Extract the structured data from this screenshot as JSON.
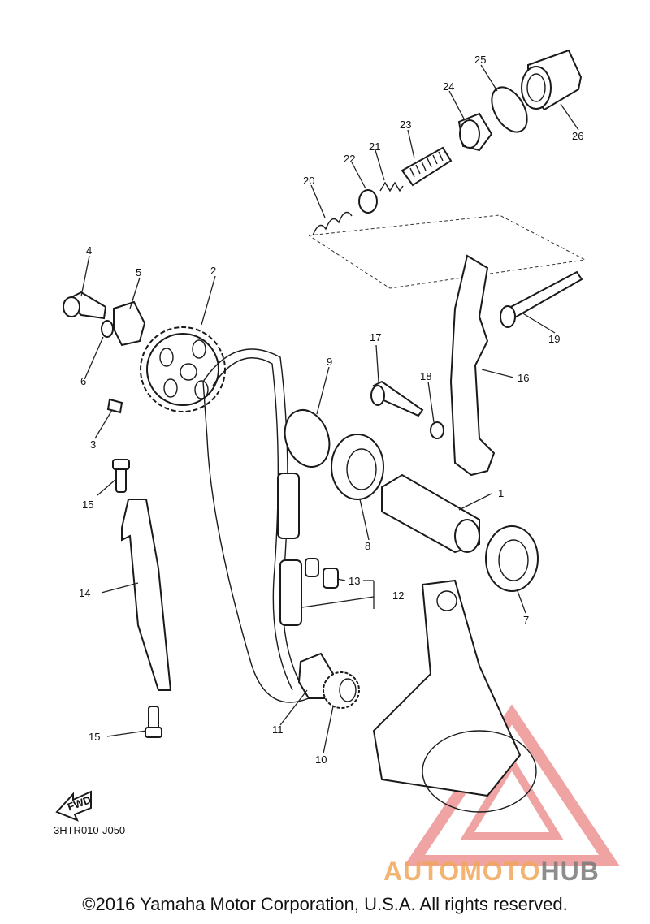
{
  "diagram": {
    "callouts": [
      "1",
      "2",
      "3",
      "4",
      "5",
      "6",
      "7",
      "8",
      "9",
      "10",
      "11",
      "12",
      "13",
      "14",
      "15",
      "15",
      "16",
      "17",
      "18",
      "19",
      "20",
      "21",
      "22",
      "23",
      "24",
      "25",
      "26"
    ],
    "direction_label": "FWD",
    "diagram_code": "3HTR010-J050"
  },
  "footer": {
    "copyright": "©2016 Yamaha Motor Corporation, U.S.A. All rights reserved."
  },
  "watermark": {
    "brand_a": "AUTOMOTO",
    "brand_b": "HUB",
    "color_a": "#f2a65a",
    "color_b": "#7a7a7a",
    "logo_color": "#e24a4a"
  }
}
